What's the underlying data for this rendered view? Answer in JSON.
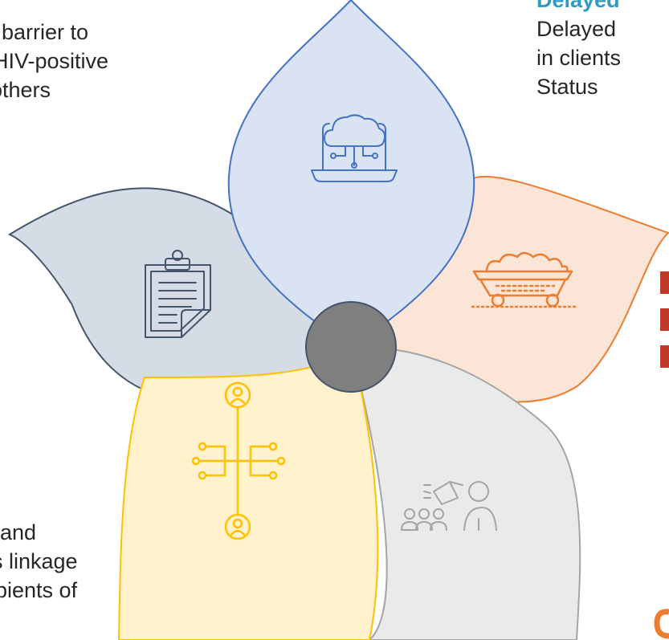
{
  "left_top_text": [
    "barrier to",
    "HIV-positive",
    "others"
  ],
  "right_top": {
    "heading": "Delayed",
    "lines": [
      "Delayed",
      "in clients",
      "Status"
    ]
  },
  "bottom_left_text": [
    "and",
    "s linkage",
    "ipients of"
  ],
  "colors": {
    "blue_petal": "#dae3f3",
    "blue_stroke": "#4472c4",
    "orange_petal": "#fbe5d6",
    "orange_stroke": "#ed7d31",
    "gray_petal": "#eaeaea",
    "gray_stroke": "#a5a5a5",
    "yellow_petal": "#fff2cc",
    "yellow_stroke": "#ffc000",
    "slate_petal": "#d6dce5",
    "slate_stroke": "#44546a",
    "center": "#7f7f7f",
    "heading_teal": "#2e9cc0",
    "accent_red": "#c0392b",
    "accent_orange": "#ed7d31"
  },
  "icons": [
    "cloud-laptop-icon",
    "ore-cart-icon",
    "megaphone-audience-icon",
    "network-people-icon",
    "clipboard-icon"
  ]
}
